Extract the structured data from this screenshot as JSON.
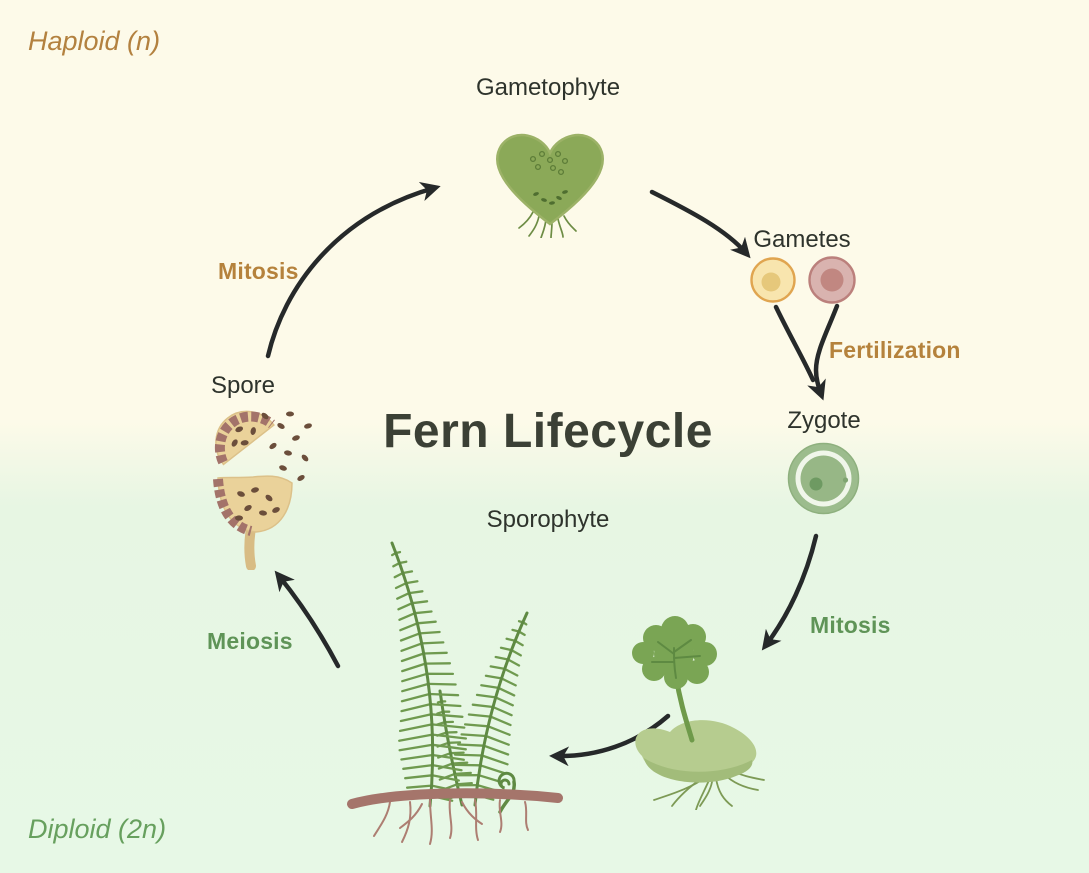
{
  "diagram": {
    "title": "Fern Lifecycle",
    "phases": {
      "haploid": "Haploid (n)",
      "diploid": "Diploid (2n)"
    },
    "stages": {
      "gametophyte": "Gametophyte",
      "gametes": "Gametes",
      "zygote": "Zygote",
      "sporophyte": "Sporophyte",
      "spore": "Spore"
    },
    "processes": {
      "mitosis_spore_to_gametophyte": "Mitosis",
      "fertilization": "Fertilization",
      "mitosis_zygote_to_sporophyte": "Mitosis",
      "meiosis": "Meiosis"
    },
    "colors": {
      "haploid_background": "#fdfae9",
      "diploid_background": "#e7f8e6",
      "haploid_accent": "#b5823c",
      "diploid_accent": "#5f9457",
      "stage_text": "#2e332c",
      "title_text": "#3b4035",
      "arrow": "#26292a",
      "gametophyte_green": "#8ba958",
      "fern_green": "#6f9a4f",
      "rhizome_brown": "#a5756b",
      "spore_capsule_tan": "#ead29a",
      "spore_dot_brown": "#6b4e3b",
      "egg_gamete_yellow": "#f8e5ae",
      "sperm_gamete_pink": "#d9b3af",
      "zygote_green": "#97b786"
    }
  }
}
